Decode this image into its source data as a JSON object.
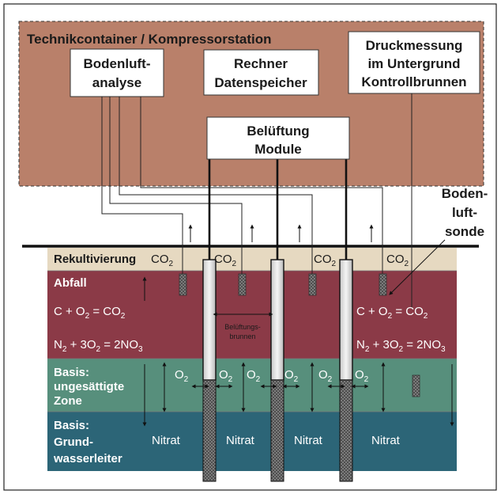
{
  "container": {
    "title": "Technikcontainer / Kompressorstation",
    "boxes": {
      "soil_gas": [
        "Bodenluft-",
        "analyse"
      ],
      "computer": [
        "Rechner",
        "Datenspeicher"
      ],
      "pressure": [
        "Druckmessung",
        "im Untergrund",
        "Kontrollbrunnen"
      ],
      "aeration": [
        "Belüftung",
        "Module"
      ]
    }
  },
  "probe_label": [
    "Boden-",
    "luft-",
    "sonde"
  ],
  "layers": {
    "recultivation": "Rekultivierung",
    "waste": "Abfall",
    "unsaturated": [
      "Basis:",
      "ungesättigte",
      "Zone"
    ],
    "aquifer": [
      "Basis:",
      "Grund-",
      "wasserleiter"
    ]
  },
  "co2": {
    "base": "CO",
    "sub": "2"
  },
  "o2": {
    "base": "O",
    "sub": "2"
  },
  "equations": {
    "eq1": {
      "p1": "C + O",
      "s1": "2",
      "p2": " = CO",
      "s2": "2"
    },
    "eq2": {
      "p1": "N",
      "s1": "2",
      "p2": " + 3O",
      "s2": "2",
      "p3": " = 2NO",
      "s3": "3"
    }
  },
  "well_label": [
    "Belüftungs-",
    "brunnen"
  ],
  "nitrate": "Nitrat",
  "colors": {
    "container": "#b9806a",
    "recultivation": "#e6d9c1",
    "waste": "#8b3a47",
    "unsaturated": "#578f7c",
    "aquifer": "#2c6577"
  }
}
